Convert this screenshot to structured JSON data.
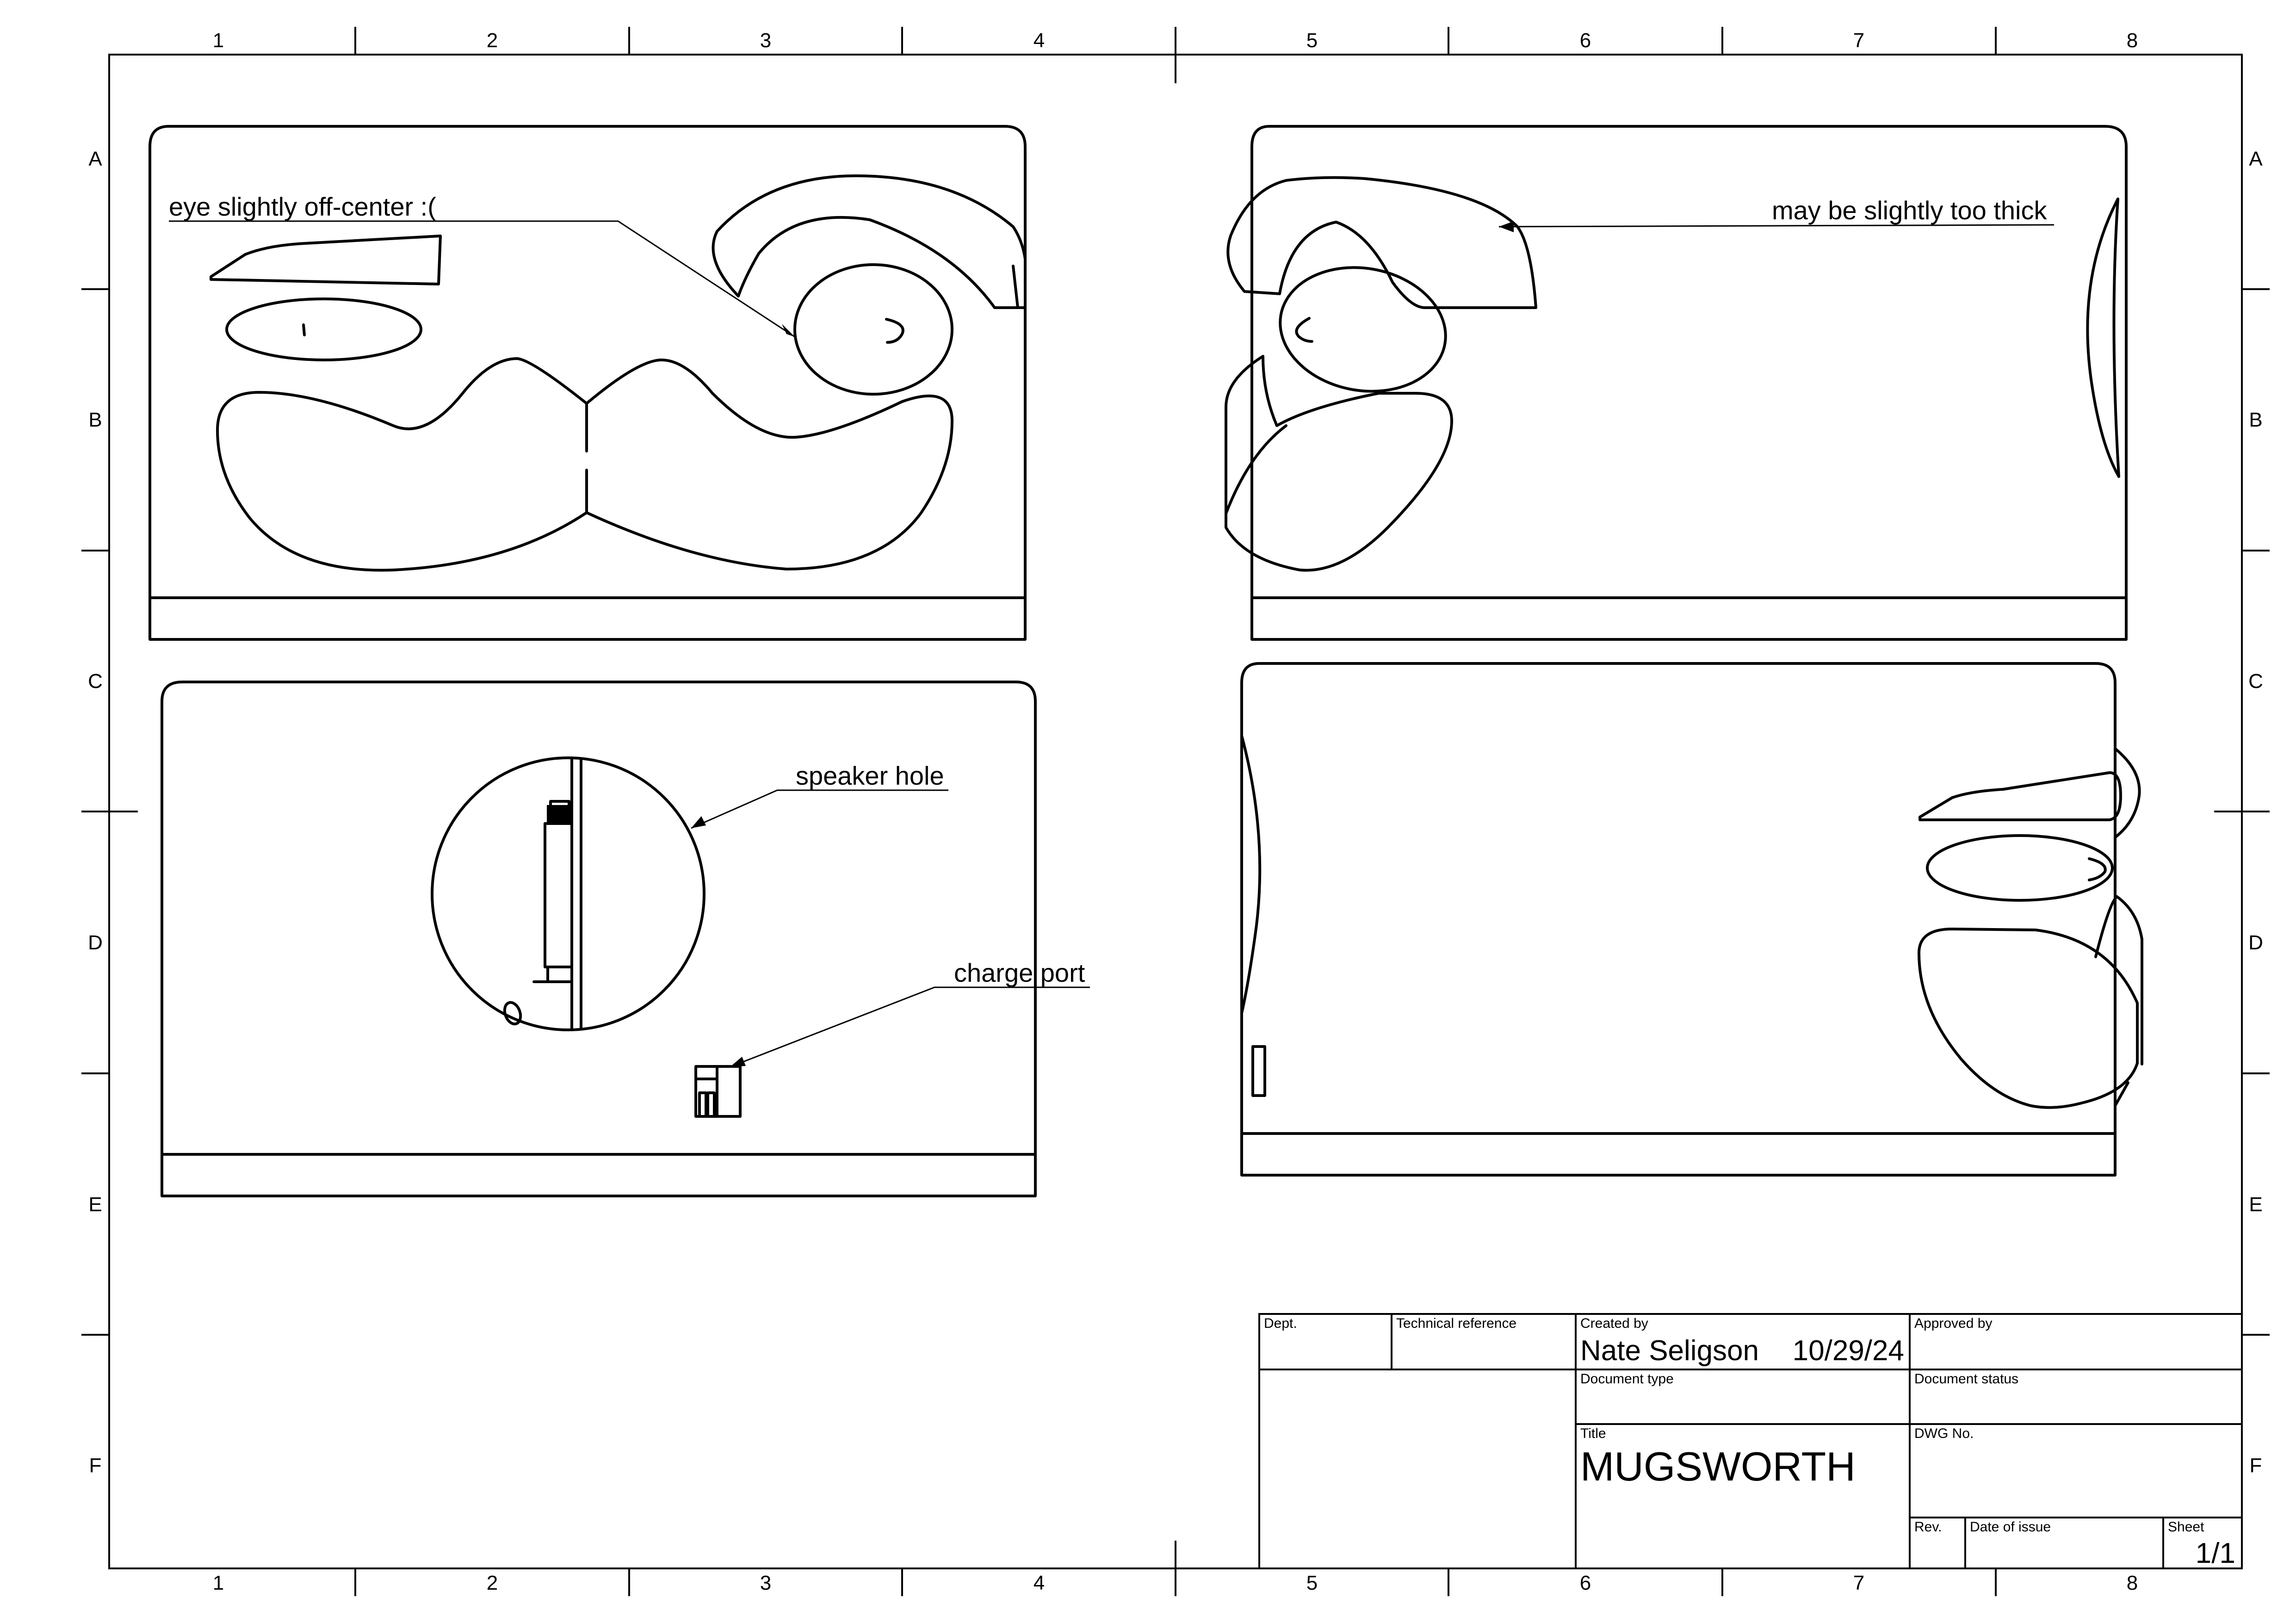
{
  "zones": {
    "columns": [
      "1",
      "2",
      "3",
      "4",
      "5",
      "6",
      "7",
      "8"
    ],
    "rows": [
      "A",
      "B",
      "C",
      "D",
      "E",
      "F"
    ]
  },
  "annotations": {
    "eye": "eye slightly off-center :(",
    "thick": "may be slightly too thick",
    "speaker": "speaker hole",
    "charge": "charge port"
  },
  "title_block": {
    "dept_label": "Dept.",
    "techref_label": "Technical reference",
    "created_by_label": "Created by",
    "created_by": "Nate Seligson",
    "created_date": "10/29/24",
    "approved_by_label": "Approved by",
    "doc_type_label": "Document type",
    "doc_status_label": "Document status",
    "title_label": "Title",
    "title": "MUGSWORTH",
    "dwg_no_label": "DWG No.",
    "rev_label": "Rev.",
    "date_issue_label": "Date of issue",
    "sheet_label": "Sheet",
    "sheet": "1/1"
  }
}
